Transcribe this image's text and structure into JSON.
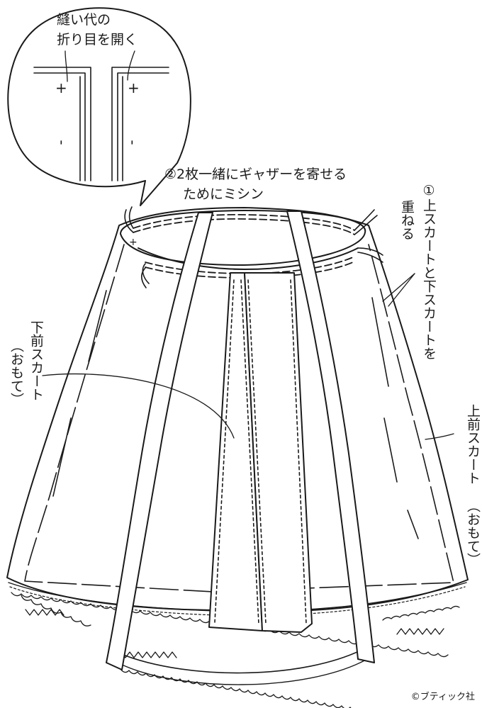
{
  "callout": {
    "line1": "縫い代の",
    "line2": "折り目を開く"
  },
  "labels": {
    "gather_line1": "②2枚一緒にギャザーを寄せる",
    "gather_line2": "ためにミシン",
    "overlap_col1": "①上スカートと下スカートを",
    "overlap_col2": "重ねる",
    "lower_front_col1": "下前スカート",
    "lower_front_col2": "（おもて）",
    "upper_front_col1": "上前スカート",
    "upper_front_col2": "（おもて）"
  },
  "symbols": {
    "plus": "+",
    "minus": "-"
  },
  "copyright": "©ブティック社"
}
